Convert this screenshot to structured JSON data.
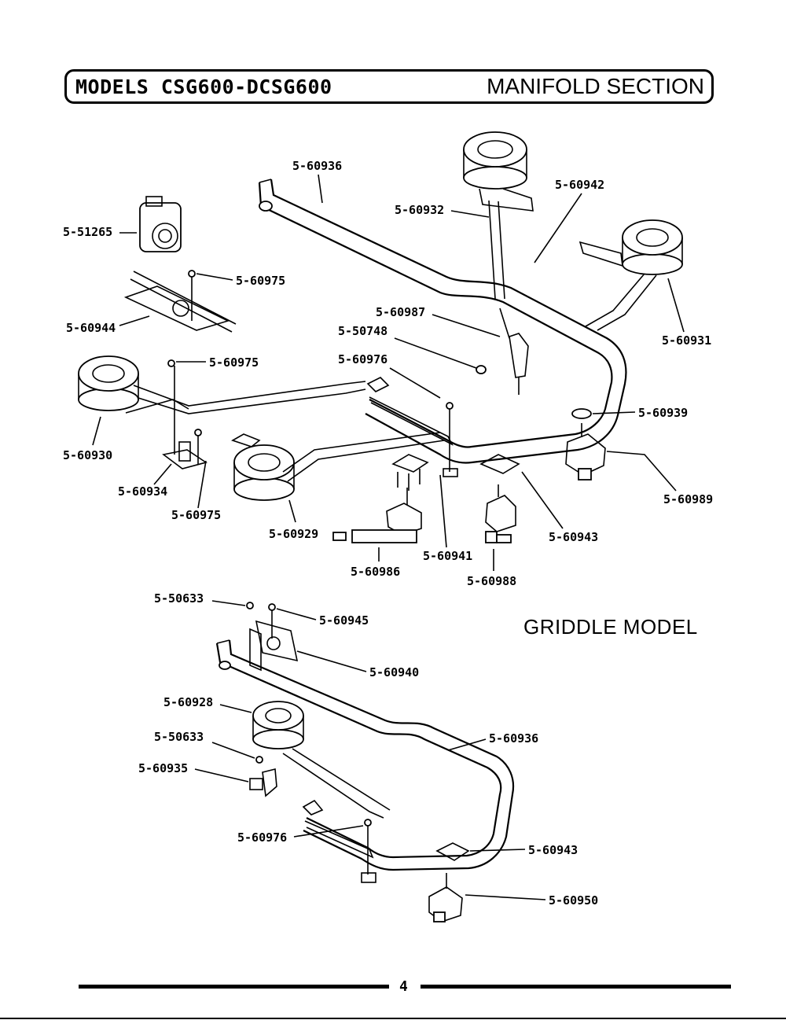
{
  "header": {
    "models": "MODELS CSG600-DCSG600",
    "section": "MANIFOLD SECTION"
  },
  "griddle_title": "GRIDDLE MODEL",
  "page_number": "4",
  "parts": {
    "p1": "5-60936",
    "p2": "5-60932",
    "p3": "5-60942",
    "p4": "5-51265",
    "p5": "5-60975",
    "p6": "5-60944",
    "p7": "5-60987",
    "p8": "5-50748",
    "p9": "5-60931",
    "p10": "5-60975",
    "p11": "5-60976",
    "p12": "5-60939",
    "p13": "5-60930",
    "p14": "5-60989",
    "p15": "5-60934",
    "p16": "5-60975",
    "p17": "5-60929",
    "p18": "5-60943",
    "p19": "5-60941",
    "p20": "5-60986",
    "p21": "5-60988",
    "g1": "5-50633",
    "g2": "5-60945",
    "g3": "5-60940",
    "g4": "5-60928",
    "g5": "5-50633",
    "g6": "5-60936",
    "g7": "5-60935",
    "g8": "5-60976",
    "g9": "5-60943",
    "g10": "5-60950"
  }
}
